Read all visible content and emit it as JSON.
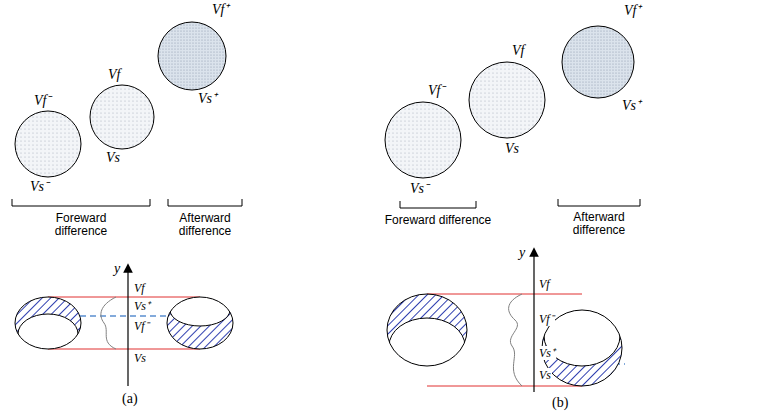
{
  "diagram": {
    "labels": [
      "Vf⁻",
      "Vs⁻",
      "Vf",
      "Vs",
      "Vf⁺",
      "Vs⁺",
      "Foreward difference",
      "Afterward difference",
      "y",
      "Vf",
      "Vs⁺",
      "Vf⁻",
      "Vs",
      "(a)",
      "Vf⁻",
      "Vs⁻",
      "Vf",
      "Vs",
      "Vf⁺",
      "Vs⁺",
      "Foreward difference",
      "Afterward difference",
      "y",
      "Vf",
      "Vf⁻",
      "Vs⁺",
      "Vs",
      "(b)"
    ]
  }
}
